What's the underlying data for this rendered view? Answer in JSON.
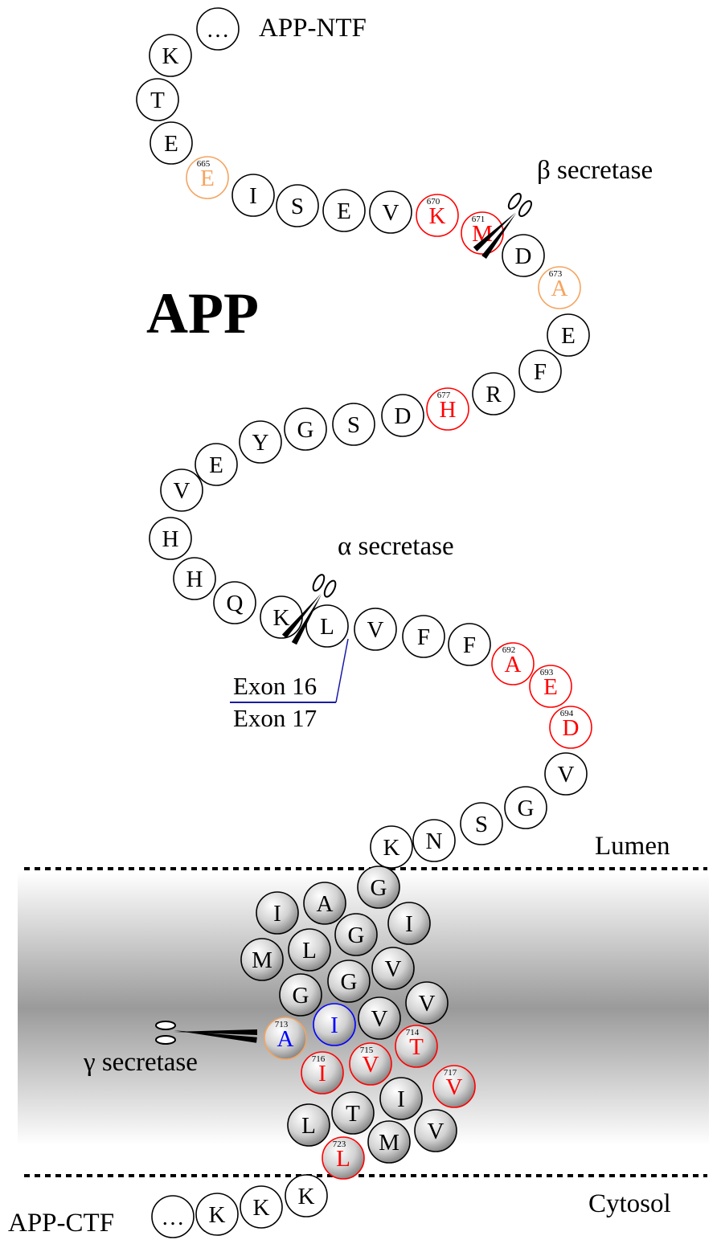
{
  "title": "APP",
  "labels": {
    "ntf": "APP-NTF",
    "ctf": "APP-CTF",
    "beta": "β secretase",
    "alpha": "α secretase",
    "gamma": "γ secretase",
    "exon16": "Exon 16",
    "exon17": "Exon 17",
    "lumen": "Lumen",
    "cytosol": "Cytosol"
  },
  "colors": {
    "normal": "#000000",
    "mutation": "#ff0000",
    "variant": "#f4a460",
    "gamma_site": "#0000ff",
    "exon_line": "#1a1aa8"
  },
  "icons": [
    "scissors-icon-beta",
    "scissors-icon-alpha",
    "scissors-icon-gamma"
  ],
  "residues": [
    {
      "id": "ntf-ellipsis",
      "letter": "…",
      "num": "",
      "color": "normal"
    },
    {
      "id": "k-1",
      "letter": "K",
      "num": "",
      "color": "normal"
    },
    {
      "id": "t-1",
      "letter": "T",
      "num": "",
      "color": "normal"
    },
    {
      "id": "e-1",
      "letter": "E",
      "num": "",
      "color": "normal"
    },
    {
      "id": "e-665",
      "letter": "E",
      "num": "665",
      "color": "variant"
    },
    {
      "id": "i-1",
      "letter": "I",
      "num": "",
      "color": "normal"
    },
    {
      "id": "s-1",
      "letter": "S",
      "num": "",
      "color": "normal"
    },
    {
      "id": "e-2",
      "letter": "E",
      "num": "",
      "color": "normal"
    },
    {
      "id": "v-1",
      "letter": "V",
      "num": "",
      "color": "normal"
    },
    {
      "id": "k-670",
      "letter": "K",
      "num": "670",
      "color": "mutation"
    },
    {
      "id": "m-671",
      "letter": "M",
      "num": "671",
      "color": "mutation"
    },
    {
      "id": "d-1",
      "letter": "D",
      "num": "",
      "color": "normal"
    },
    {
      "id": "a-673",
      "letter": "A",
      "num": "673",
      "color": "variant"
    },
    {
      "id": "e-3",
      "letter": "E",
      "num": "",
      "color": "normal"
    },
    {
      "id": "f-1",
      "letter": "F",
      "num": "",
      "color": "normal"
    },
    {
      "id": "r-1",
      "letter": "R",
      "num": "",
      "color": "normal"
    },
    {
      "id": "h-677",
      "letter": "H",
      "num": "677",
      "color": "mutation"
    },
    {
      "id": "d-2",
      "letter": "D",
      "num": "",
      "color": "normal"
    },
    {
      "id": "s-2",
      "letter": "S",
      "num": "",
      "color": "normal"
    },
    {
      "id": "g-1",
      "letter": "G",
      "num": "",
      "color": "normal"
    },
    {
      "id": "y-1",
      "letter": "Y",
      "num": "",
      "color": "normal"
    },
    {
      "id": "e-4",
      "letter": "E",
      "num": "",
      "color": "normal"
    },
    {
      "id": "v-2",
      "letter": "V",
      "num": "",
      "color": "normal"
    },
    {
      "id": "h-1",
      "letter": "H",
      "num": "",
      "color": "normal"
    },
    {
      "id": "h-2",
      "letter": "H",
      "num": "",
      "color": "normal"
    },
    {
      "id": "q-1",
      "letter": "Q",
      "num": "",
      "color": "normal"
    },
    {
      "id": "k-2",
      "letter": "K",
      "num": "",
      "color": "normal"
    },
    {
      "id": "l-1",
      "letter": "L",
      "num": "",
      "color": "normal"
    },
    {
      "id": "v-3",
      "letter": "V",
      "num": "",
      "color": "normal"
    },
    {
      "id": "f-2",
      "letter": "F",
      "num": "",
      "color": "normal"
    },
    {
      "id": "f-3",
      "letter": "F",
      "num": "",
      "color": "normal"
    },
    {
      "id": "a-692",
      "letter": "A",
      "num": "692",
      "color": "mutation"
    },
    {
      "id": "e-693",
      "letter": "E",
      "num": "693",
      "color": "mutation"
    },
    {
      "id": "d-694",
      "letter": "D",
      "num": "694",
      "color": "mutation"
    },
    {
      "id": "v-4",
      "letter": "V",
      "num": "",
      "color": "normal"
    },
    {
      "id": "g-2",
      "letter": "G",
      "num": "",
      "color": "normal"
    },
    {
      "id": "s-3",
      "letter": "S",
      "num": "",
      "color": "normal"
    },
    {
      "id": "n-1",
      "letter": "N",
      "num": "",
      "color": "normal"
    },
    {
      "id": "k-3",
      "letter": "K",
      "num": "",
      "color": "normal"
    },
    {
      "id": "g-3",
      "letter": "G",
      "num": "",
      "color": "normal",
      "membrane": true
    },
    {
      "id": "a-1",
      "letter": "A",
      "num": "",
      "color": "normal",
      "membrane": true
    },
    {
      "id": "i-2",
      "letter": "I",
      "num": "",
      "color": "normal",
      "membrane": true
    },
    {
      "id": "i-3",
      "letter": "I",
      "num": "",
      "color": "normal",
      "membrane": true
    },
    {
      "id": "g-4",
      "letter": "G",
      "num": "",
      "color": "normal",
      "membrane": true
    },
    {
      "id": "l-2",
      "letter": "L",
      "num": "",
      "color": "normal",
      "membrane": true
    },
    {
      "id": "m-1",
      "letter": "M",
      "num": "",
      "color": "normal",
      "membrane": true
    },
    {
      "id": "v-5",
      "letter": "V",
      "num": "",
      "color": "normal",
      "membrane": true
    },
    {
      "id": "g-5",
      "letter": "G",
      "num": "",
      "color": "normal",
      "membrane": true
    },
    {
      "id": "g-6",
      "letter": "G",
      "num": "",
      "color": "normal",
      "membrane": true
    },
    {
      "id": "v-6",
      "letter": "V",
      "num": "",
      "color": "normal",
      "membrane": true
    },
    {
      "id": "v-7",
      "letter": "V",
      "num": "",
      "color": "normal",
      "membrane": true
    },
    {
      "id": "i-gamma",
      "letter": "I",
      "num": "",
      "color": "gamma_site",
      "membrane": true
    },
    {
      "id": "a-713",
      "letter": "A",
      "num": "713",
      "color": "gamma_site",
      "ring": "variant",
      "membrane": true
    },
    {
      "id": "t-714",
      "letter": "T",
      "num": "714",
      "color": "mutation",
      "membrane": true
    },
    {
      "id": "v-715",
      "letter": "V",
      "num": "715",
      "color": "mutation",
      "membrane": true
    },
    {
      "id": "i-716",
      "letter": "I",
      "num": "716",
      "color": "mutation",
      "membrane": true
    },
    {
      "id": "v-717",
      "letter": "V",
      "num": "717",
      "color": "mutation",
      "membrane": true
    },
    {
      "id": "i-4",
      "letter": "I",
      "num": "",
      "color": "normal",
      "membrane": true
    },
    {
      "id": "t-2",
      "letter": "T",
      "num": "",
      "color": "normal",
      "membrane": true
    },
    {
      "id": "l-3",
      "letter": "L",
      "num": "",
      "color": "normal",
      "membrane": true
    },
    {
      "id": "v-8",
      "letter": "V",
      "num": "",
      "color": "normal",
      "membrane": true
    },
    {
      "id": "m-2",
      "letter": "M",
      "num": "",
      "color": "normal",
      "membrane": true
    },
    {
      "id": "l-723",
      "letter": "L",
      "num": "723",
      "color": "mutation",
      "membrane": true
    },
    {
      "id": "k-4",
      "letter": "K",
      "num": "",
      "color": "normal"
    },
    {
      "id": "k-5",
      "letter": "K",
      "num": "",
      "color": "normal"
    },
    {
      "id": "k-6",
      "letter": "K",
      "num": "",
      "color": "normal"
    },
    {
      "id": "ctf-ellipsis",
      "letter": "…",
      "num": "",
      "color": "normal"
    }
  ]
}
